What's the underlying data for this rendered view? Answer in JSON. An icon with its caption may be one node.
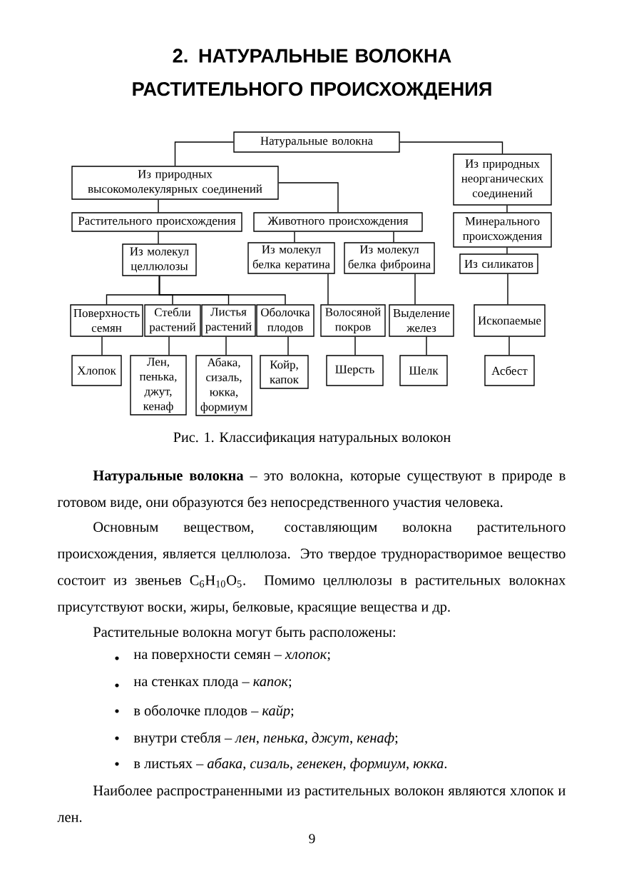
{
  "diagram": {
    "title": "2. НАТУРАЛЬНЫЕ ВОЛОКНА РАСТИТЕЛЬНОГО ПРОИСХОЖДЕНИЯ",
    "caption": "Рис. 1. Классификация натуральных волокон",
    "nodes": [
      {
        "text": [
          "Натуральные волокна"
        ]
      },
      {
        "text": [
          "Из природных высокомолекулярных соединений"
        ]
      },
      {
        "text": [
          "Из природных неорганических соединений"
        ]
      },
      {
        "text": [
          "Растительного происхождения"
        ]
      },
      {
        "text": [
          "Животного происхождения"
        ]
      },
      {
        "text": [
          "Минерального происхождения"
        ]
      },
      {
        "text": [
          "Из молекул целлюлозы"
        ]
      },
      {
        "text": [
          "Из молекул белка кератина"
        ]
      },
      {
        "text": [
          "Из молекул белка фиброина"
        ]
      },
      {
        "text": [
          "Из силикатов"
        ]
      },
      {
        "text": [
          "Поверхность семян"
        ]
      },
      {
        "text": [
          "Стебли растений"
        ]
      },
      {
        "text": [
          "Листья растений"
        ]
      },
      {
        "text": [
          "Оболочка плодов"
        ]
      },
      {
        "text": [
          "Волосяной покров"
        ]
      },
      {
        "text": [
          "Выделение желез"
        ]
      },
      {
        "text": [
          "Ископаемые"
        ]
      },
      {
        "text": [
          "Хлопок"
        ]
      },
      {
        "text": [
          "Лен, пенька, джут, кенаф"
        ]
      },
      {
        "text": [
          "Абака, сизаль, юкка, формиум"
        ]
      },
      {
        "text": [
          "Койр, капок"
        ]
      },
      {
        "text": [
          "Шерсть"
        ]
      },
      {
        "text": [
          "Шелк"
        ]
      },
      {
        "text": [
          "Асбест"
        ]
      }
    ],
    "edges": [
      {
        "from": 0,
        "to": 1,
        "arrow": "none"
      },
      {
        "from": 0,
        "to": 2,
        "arrow": "none"
      },
      {
        "from": 1,
        "to": 3,
        "arrow": "none"
      },
      {
        "from": 1,
        "to": 4,
        "arrow": "none"
      },
      {
        "from": 2,
        "to": 5,
        "arrow": "none"
      },
      {
        "from": 3,
        "to": 6,
        "arrow": "none"
      },
      {
        "from": 4,
        "to": 7,
        "arrow": "none"
      },
      {
        "from": 4,
        "to": 8,
        "arrow": "none"
      },
      {
        "from": 5,
        "to": 9,
        "arrow": "none"
      },
      {
        "from": 6,
        "to": 10,
        "arrow": "none"
      },
      {
        "from": 6,
        "to": 11,
        "arrow": "none"
      },
      {
        "from": 6,
        "to": 12,
        "arrow": "none"
      },
      {
        "from": 6,
        "to": 13,
        "arrow": "none"
      },
      {
        "from": 7,
        "to": 14,
        "arrow": "none"
      },
      {
        "from": 8,
        "to": 15,
        "arrow": "none"
      },
      {
        "from": 9,
        "to": 16,
        "arrow": "none"
      },
      {
        "from": 10,
        "to": 17,
        "arrow": "none"
      },
      {
        "from": 11,
        "to": 18,
        "arrow": "none"
      },
      {
        "from": 12,
        "to": 19,
        "arrow": "none"
      },
      {
        "from": 13,
        "to": 20,
        "arrow": "none"
      },
      {
        "from": 14,
        "to": 21,
        "arrow": "none"
      },
      {
        "from": 15,
        "to": 22,
        "arrow": "none"
      },
      {
        "from": 16,
        "to": 23,
        "arrow": "none"
      }
    ],
    "labels": [
      "**Натуральные волокна** – это волокна, которые существуют в природе в готовом виде, они образуются без непосредственного участия человека.",
      "Основным веществом, составляющим волокна растительного происхождения, является целлюлоза. Это твердое труднорастворимое вещество состоит из звеньев C$_{6}$H$_{10}$O$_{5}$. Помимо целлюлозы в растительных волокнах присутствуют воски, жиры, белковые, красящие вещества и др.",
      "Растительные волокна могут быть расположены:",
      "на поверхности семян – *хлопок*;",
      "на стенках плода – *капок*;",
      "в оболочке плодов – *кайр*;",
      "внутри стебля – *лен*, *пенька*, *джут*, *кенаф*;",
      "в листьях – *абака*, *сизаль*, *генекен*, *формиум*, *юкка*.",
      "Наиболее распространенными из растительных волокон являются хлопок и лен.",
      "9"
    ]
  }
}
